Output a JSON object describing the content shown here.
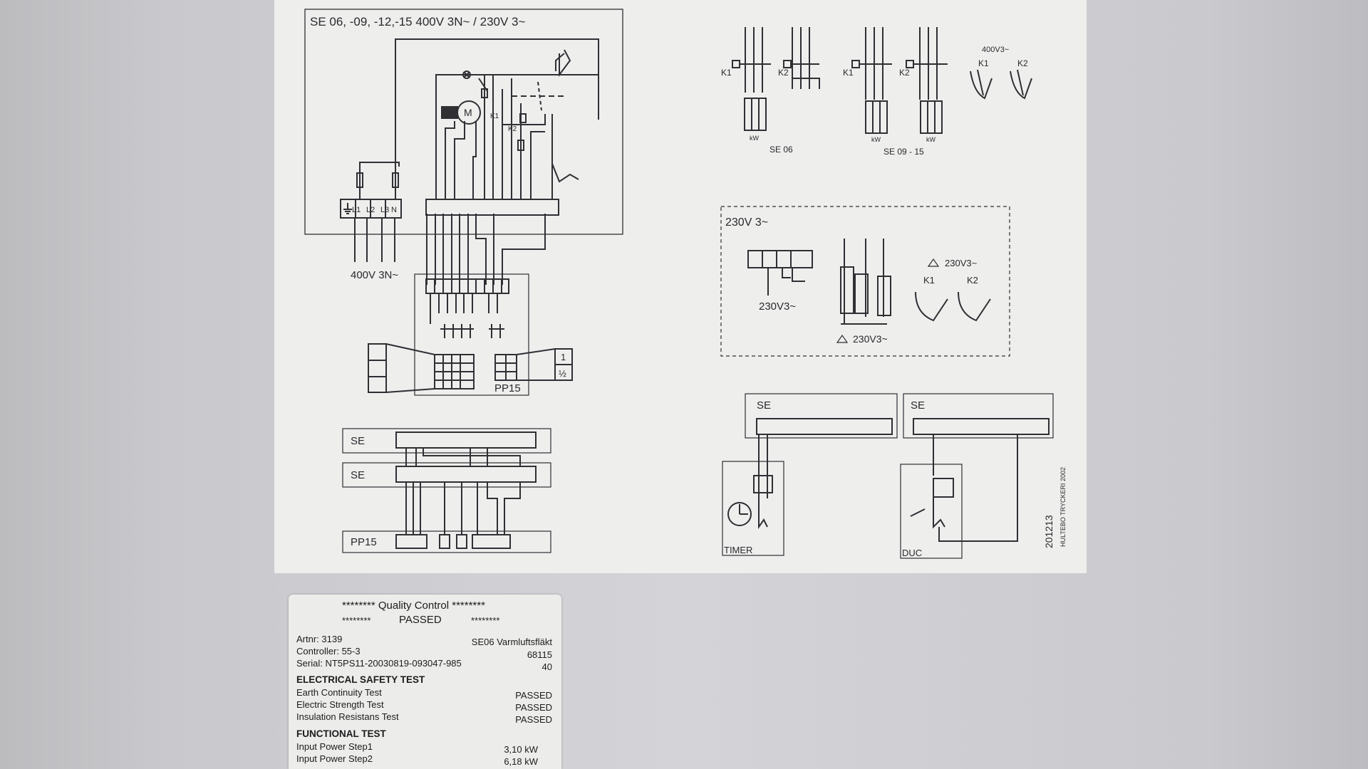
{
  "diagram": {
    "main_title": "SE 06, -09, -12,-15 400V 3N~ / 230V 3~",
    "supply_terminals": [
      "L1",
      "L2",
      "L3",
      "N"
    ],
    "supply_label": "400V 3N~",
    "motor_label": "M",
    "relay_k1": "K1",
    "relay_k2": "K2",
    "pp15_label": "PP15",
    "speed_1": "1",
    "speed_half": "½",
    "se_label": "SE",
    "kw_label": "kW",
    "se06_label": "SE 06",
    "se0915_label": "SE 09 - 15",
    "wye_label": "400V3~",
    "box230_title": "230V 3~",
    "box230_label_a": "230V3~",
    "box230_label_b": "230V3~",
    "box230_label_c": "230V3~",
    "timer_label": "TIMER",
    "duc_label": "DUC",
    "print_code": "201213",
    "printer": "HULTEBO TRYCKERI 2002"
  },
  "qc_label": {
    "header1": "******** Quality Control ********",
    "header2_l": "********",
    "header2_m": "PASSED",
    "header2_r": "********",
    "artnr": "Artnr: 3139",
    "product": "SE06 Varmluftsfläkt",
    "controller": "Controller: 55-3",
    "controller_val": "68115",
    "serial": "Serial: NT5PS11-20030819-093047-985",
    "serial_val": "40",
    "elec_title": "ELECTRICAL SAFETY TEST",
    "elec_tests": [
      {
        "name": "Earth Continuity Test",
        "result": "PASSED"
      },
      {
        "name": "Electric Strength Test",
        "result": "PASSED"
      },
      {
        "name": "Insulation Resistans Test",
        "result": "PASSED"
      }
    ],
    "func_title": "FUNCTIONAL TEST",
    "func_tests": [
      {
        "name": "Input Power Step1",
        "result": "3,10 kW"
      },
      {
        "name": "Input Power Step2",
        "result": "6,18 kW"
      }
    ]
  }
}
